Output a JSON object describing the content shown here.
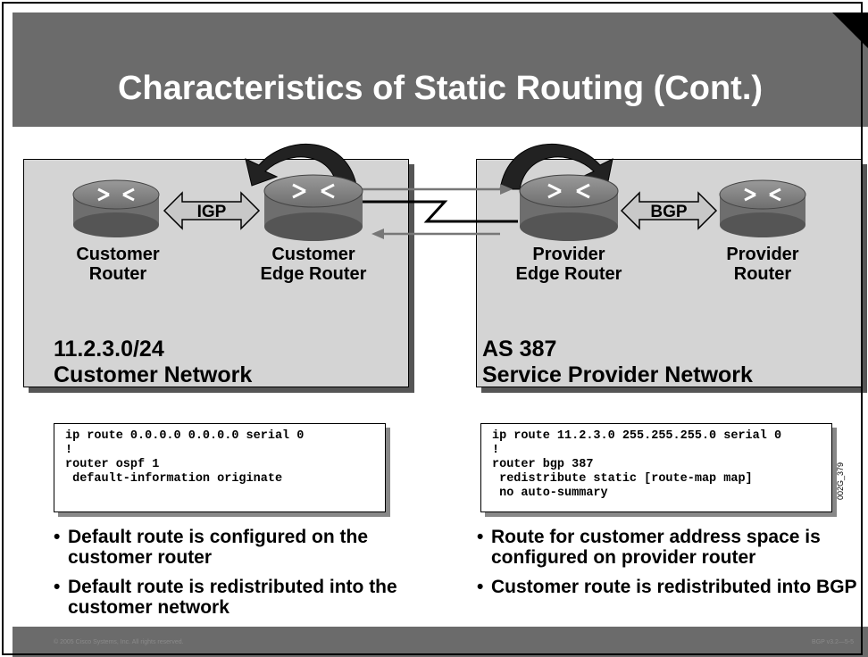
{
  "title": "Characteristics of Static Routing (Cont.)",
  "left": {
    "router1": "Customer\nRouter",
    "router2": "Customer\nEdge Router",
    "link_label": "IGP",
    "net_line1": "11.2.3.0/24",
    "net_line2": "Customer Network",
    "code": [
      "ip route 0.0.0.0 0.0.0.0 serial 0",
      "!",
      "router ospf 1",
      " default-information originate"
    ],
    "bullets": [
      "Default route is configured on the customer router",
      "Default route is redistributed into the customer network"
    ]
  },
  "right": {
    "router1": "Provider\nEdge Router",
    "router2": "Provider\nRouter",
    "link_label": "BGP",
    "net_line1": "AS 387",
    "net_line2": "Service Provider Network",
    "code": [
      "ip route 11.2.3.0 255.255.255.0 serial 0",
      "!",
      "router bgp 387",
      " redistribute static [route-map map]",
      " no auto-summary"
    ],
    "bullets": [
      "Route for customer address space is configured on provider router",
      "Customer route is redistributed into BGP"
    ]
  },
  "side_id": "002G_379",
  "footer_left": "© 2005 Cisco Systems, Inc. All rights reserved.",
  "footer_right": "BGP v3.2—5-5"
}
